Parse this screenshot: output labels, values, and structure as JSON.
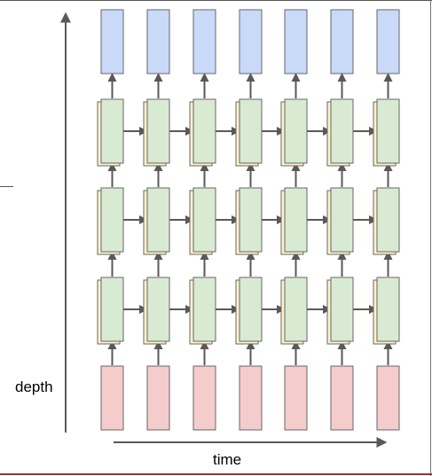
{
  "labels": {
    "depth": "depth",
    "time": "time"
  },
  "diagram": {
    "timesteps": 7,
    "hidden_layers": 3,
    "colors": {
      "input": "#f4cccc",
      "hidden": "#d9ead3",
      "hidden_shadow": "#fff2cc",
      "output": "#c9daf8",
      "stroke": "#666666",
      "arrow": "#595959",
      "axis": "#595959",
      "bottom_rule": "#8b3a3a"
    },
    "node_kinds": [
      "output",
      "hidden",
      "hidden",
      "hidden",
      "input"
    ]
  }
}
